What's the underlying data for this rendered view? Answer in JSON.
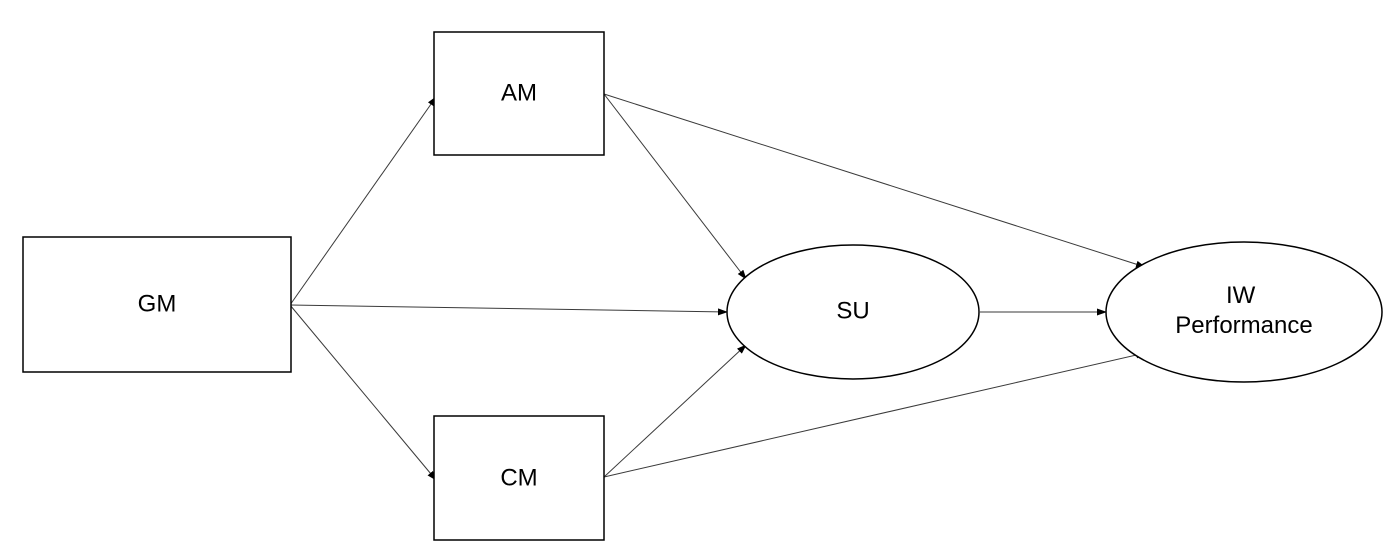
{
  "diagram": {
    "nodes": [
      {
        "id": "GM",
        "shape": "rect",
        "lines": [
          "GM"
        ]
      },
      {
        "id": "AM",
        "shape": "rect",
        "lines": [
          "AM"
        ]
      },
      {
        "id": "CM",
        "shape": "rect",
        "lines": [
          "CM"
        ]
      },
      {
        "id": "SU",
        "shape": "ellipse",
        "lines": [
          "SU"
        ]
      },
      {
        "id": "IWP",
        "shape": "ellipse",
        "lines": [
          "IW",
          "Performance"
        ]
      }
    ],
    "edges": [
      {
        "from": "GM",
        "to": "AM"
      },
      {
        "from": "GM",
        "to": "SU"
      },
      {
        "from": "GM",
        "to": "CM"
      },
      {
        "from": "AM",
        "to": "SU"
      },
      {
        "from": "AM",
        "to": "IWP"
      },
      {
        "from": "CM",
        "to": "SU"
      },
      {
        "from": "CM",
        "to": "IWP"
      },
      {
        "from": "SU",
        "to": "IWP"
      }
    ],
    "colors": {
      "stroke": "#000000",
      "edge": "#3a3a3a",
      "fill": "#ffffff",
      "text": "#000000"
    }
  }
}
